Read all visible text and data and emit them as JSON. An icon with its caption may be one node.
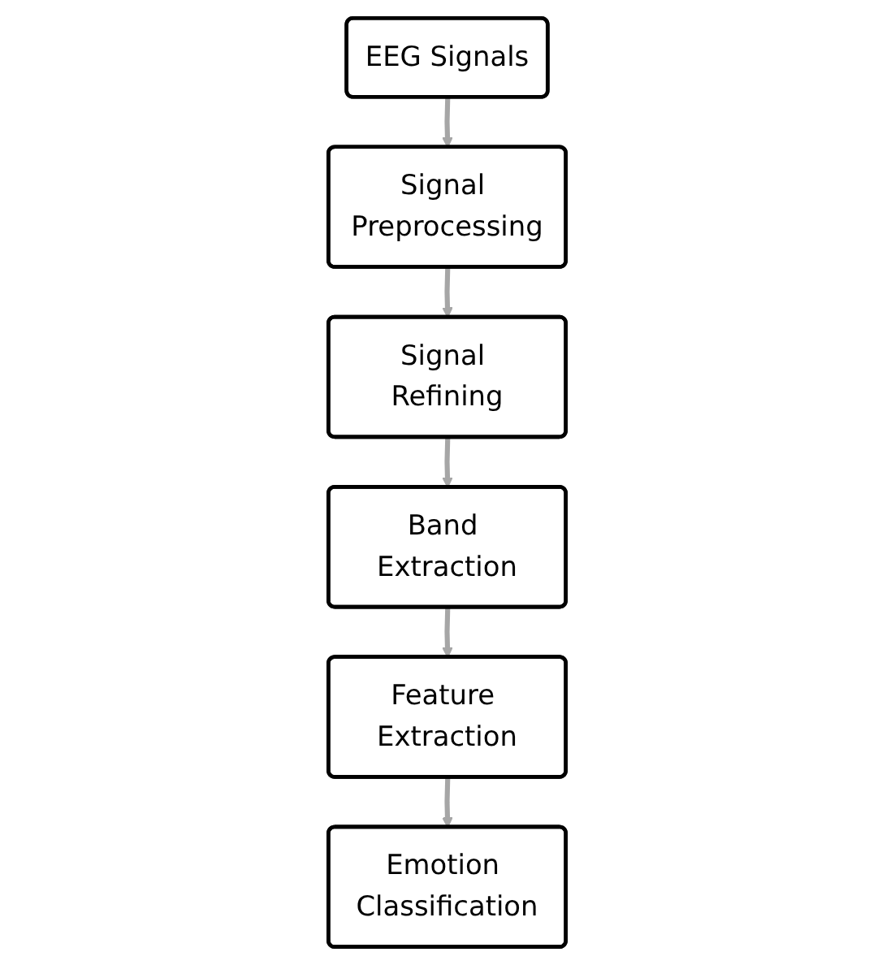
{
  "diagram": {
    "nodes": [
      {
        "text": [
          "EEG Signals"
        ]
      },
      {
        "text": [
          "Signal Preprocessing"
        ]
      },
      {
        "text": [
          "Signal Refining"
        ]
      },
      {
        "text": [
          "Band Extraction"
        ]
      },
      {
        "text": [
          "Feature Extraction"
        ]
      },
      {
        "text": [
          "Emotion Classification"
        ]
      }
    ],
    "edges": [
      {
        "from": 0,
        "to": 1,
        "arrow": "to"
      },
      {
        "from": 1,
        "to": 2,
        "arrow": "to"
      },
      {
        "from": 2,
        "to": 3,
        "arrow": "to"
      },
      {
        "from": 3,
        "to": 4,
        "arrow": "to"
      },
      {
        "from": 4,
        "to": 5,
        "arrow": "to"
      }
    ]
  }
}
